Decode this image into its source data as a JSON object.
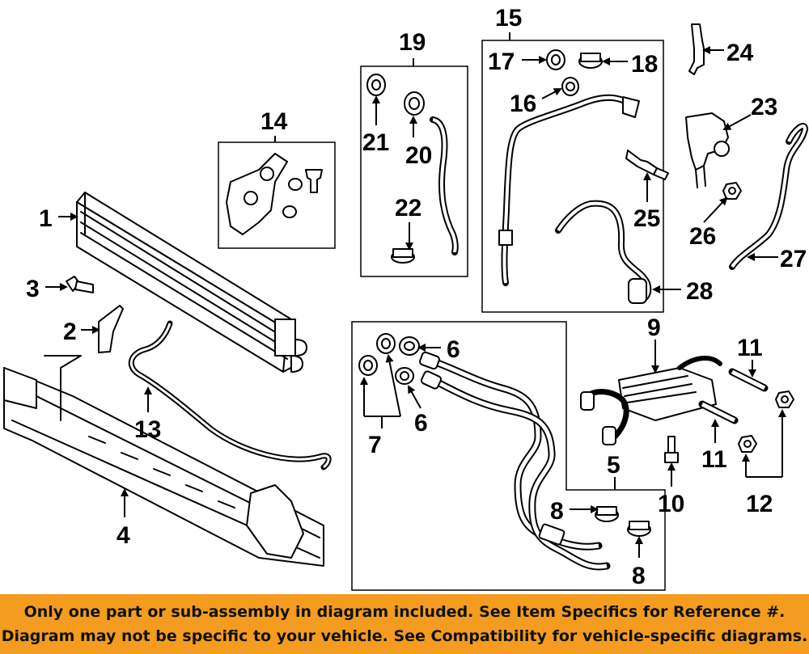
{
  "diagram": {
    "labels": [
      {
        "id": "1",
        "text": "1"
      },
      {
        "id": "2",
        "text": "2"
      },
      {
        "id": "3",
        "text": "3"
      },
      {
        "id": "4",
        "text": "4"
      },
      {
        "id": "5",
        "text": "5"
      },
      {
        "id": "6a",
        "text": "6"
      },
      {
        "id": "6b",
        "text": "6"
      },
      {
        "id": "7",
        "text": "7"
      },
      {
        "id": "8a",
        "text": "8"
      },
      {
        "id": "8b",
        "text": "8"
      },
      {
        "id": "9",
        "text": "9"
      },
      {
        "id": "10",
        "text": "10"
      },
      {
        "id": "11a",
        "text": "11"
      },
      {
        "id": "11b",
        "text": "11"
      },
      {
        "id": "12",
        "text": "12"
      },
      {
        "id": "13",
        "text": "13"
      },
      {
        "id": "14",
        "text": "14"
      },
      {
        "id": "15",
        "text": "15"
      },
      {
        "id": "16",
        "text": "16"
      },
      {
        "id": "17",
        "text": "17"
      },
      {
        "id": "18",
        "text": "18"
      },
      {
        "id": "19",
        "text": "19"
      },
      {
        "id": "20",
        "text": "20"
      },
      {
        "id": "21",
        "text": "21"
      },
      {
        "id": "22",
        "text": "22"
      },
      {
        "id": "23",
        "text": "23"
      },
      {
        "id": "24",
        "text": "24"
      },
      {
        "id": "25",
        "text": "25"
      },
      {
        "id": "26",
        "text": "26"
      },
      {
        "id": "27",
        "text": "27"
      },
      {
        "id": "28",
        "text": "28"
      }
    ]
  },
  "banner": {
    "line1": "Only one part or sub-assembly in diagram included. See Item Specifics for Reference #.",
    "line2": "Diagram may not be specific to your vehicle. See Compatibility for vehicle-specific diagrams.",
    "bg_color": "#f39c1f"
  }
}
